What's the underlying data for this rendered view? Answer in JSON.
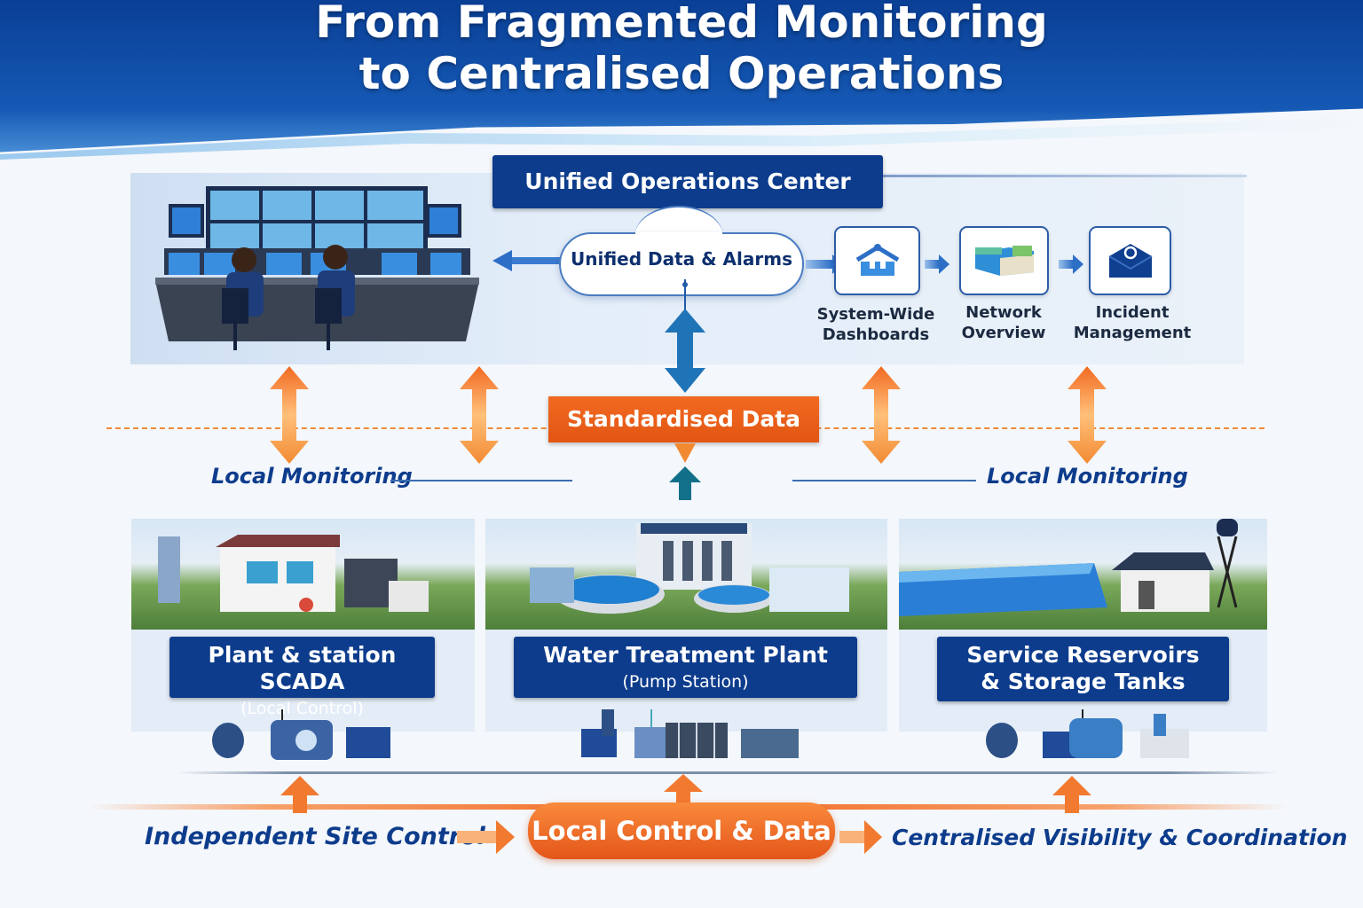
{
  "header": {
    "title_line1": "From Fragmented Monitoring",
    "title_line2": "to Centralised Operations"
  },
  "operations_center": {
    "title": "Unified Operations Center",
    "cloud_label": "Unified Data & Alarms",
    "features": [
      {
        "label_line1": "System-Wide",
        "label_line2": "Dashboards",
        "icon": "dashboard-house-icon"
      },
      {
        "label_line1": "Network",
        "label_line2": "Overview",
        "icon": "network-map-icon"
      },
      {
        "label_line1": "Incident",
        "label_line2": "Management",
        "icon": "envelope-alert-icon"
      }
    ]
  },
  "middle": {
    "standardised_label": "Standardised Data",
    "local_monitoring_left": "Local Monitoring",
    "local_monitoring_right": "Local Monitoring"
  },
  "sites": [
    {
      "title": "Plant & station SCADA",
      "subtitle": "(Local Control)"
    },
    {
      "title": "Water Treatment Plant",
      "subtitle": "(Pump Station)"
    },
    {
      "title_line1": "Service Reservoirs",
      "title_line2": "& Storage Tanks"
    }
  ],
  "bottom": {
    "left_label": "Independent Site Control",
    "center_label": "Local Control & Data",
    "right_label": "Centralised Visibility & Coordination"
  },
  "colors": {
    "navy": "#0d3c8c",
    "orange": "#f26a22",
    "accent_blue": "#2d6fc6"
  }
}
